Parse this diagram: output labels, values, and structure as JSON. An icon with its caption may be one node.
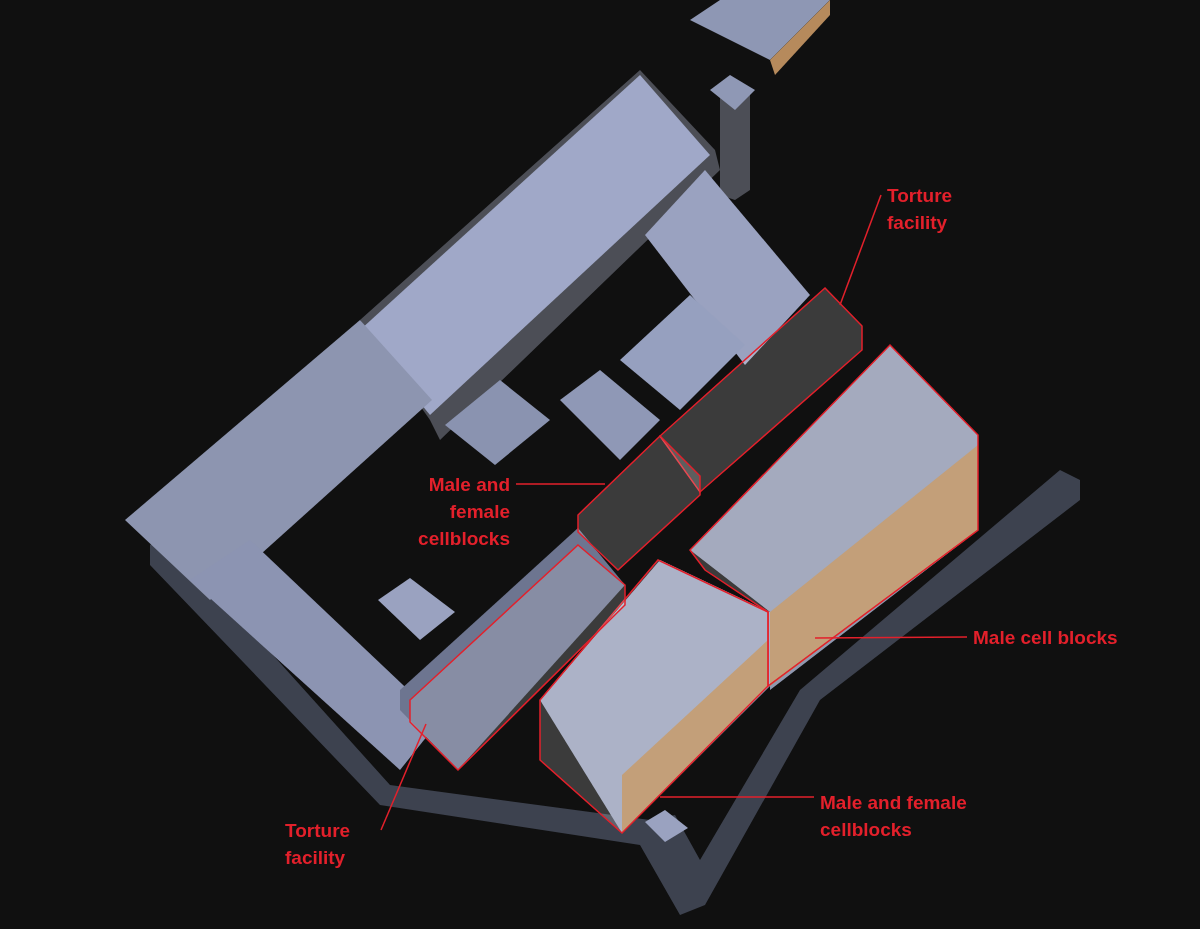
{
  "diagram": {
    "nodes": [
      {
        "text": [
          "Torture facility"
        ]
      },
      {
        "text": [
          "Male and female cellblocks"
        ]
      },
      {
        "text": [
          "Male cell blocks"
        ]
      },
      {
        "text": [
          "Male and female cellblocks"
        ]
      },
      {
        "text": [
          "Torture facility"
        ]
      },
      {
        "text": [],
        "shape": "box"
      },
      {
        "text": [],
        "shape": "box"
      },
      {
        "text": [],
        "shape": "box"
      },
      {
        "text": [],
        "shape": "box"
      },
      {
        "text": [],
        "shape": "box"
      }
    ],
    "edges": [
      {
        "from": 0,
        "to": 5,
        "arrow": "none"
      },
      {
        "from": 1,
        "to": 6,
        "arrow": "none"
      },
      {
        "from": 2,
        "to": 7,
        "arrow": "none"
      },
      {
        "from": 3,
        "to": 8,
        "arrow": "none"
      },
      {
        "from": 4,
        "to": 9,
        "arrow": "none"
      }
    ]
  }
}
